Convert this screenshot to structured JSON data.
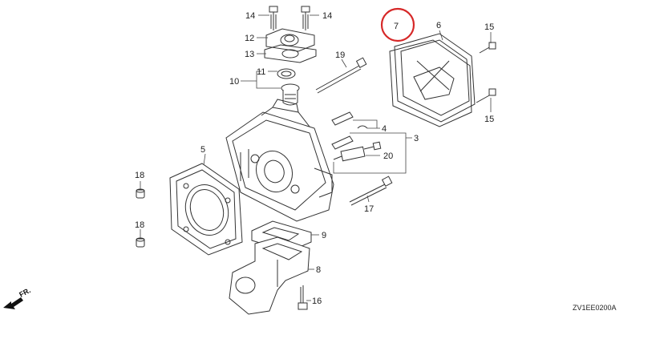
{
  "callouts": [
    "14",
    "14",
    "12",
    "13",
    "11",
    "10",
    "19",
    "7",
    "6",
    "15",
    "15",
    "4",
    "3",
    "20",
    "5",
    "18",
    "18",
    "17",
    "9",
    "8",
    "16"
  ],
  "diagram_code": "ZV1EE0200A",
  "direction_label": "FR.",
  "highlight": {
    "label": "7",
    "color": "#d62828"
  }
}
